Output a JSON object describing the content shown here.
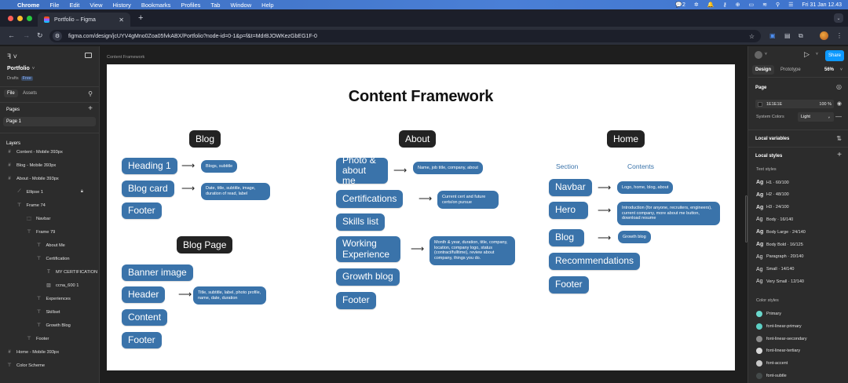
{
  "menubar": {
    "app": "Chrome",
    "items": [
      "File",
      "Edit",
      "View",
      "History",
      "Bookmarks",
      "Profiles",
      "Tab",
      "Window",
      "Help"
    ],
    "status": {
      "notifications": "2",
      "datetime": "Fri 31 Jan  12.43"
    }
  },
  "browser": {
    "tab_title": "Portfolio – Figma",
    "url": "figma.com/design/jcUYV4gMno0Zoa05fvkABX/Portfolio?node-id=0-1&p=f&t=MdrBJOWKezGbEG1F-0"
  },
  "left_panel": {
    "file_name": "Portfolio",
    "location": "Drafts",
    "plan_badge": "Free",
    "tabs": [
      "File",
      "Assets"
    ],
    "pages_label": "Pages",
    "pages": [
      "Page 1"
    ],
    "layers_label": "Layers",
    "layers": [
      {
        "name": "Content - Mobile 393px",
        "icon": "frame-icon",
        "depth": 0
      },
      {
        "name": "Blog - Mobile 393px",
        "icon": "frame-icon",
        "depth": 0
      },
      {
        "name": "About - Mobile 393px",
        "icon": "frame-icon",
        "depth": 0
      },
      {
        "name": "Ellipse 1",
        "icon": "ellipse-icon",
        "depth": 1,
        "locked": true
      },
      {
        "name": "Frame 74",
        "icon": "autolayout-icon",
        "depth": 1
      },
      {
        "name": "Navbar",
        "icon": "component-icon",
        "depth": 2
      },
      {
        "name": "Frame 79",
        "icon": "autolayout-icon",
        "depth": 2
      },
      {
        "name": "About Me",
        "icon": "autolayout-icon",
        "depth": 3
      },
      {
        "name": "Certification",
        "icon": "autolayout-icon",
        "depth": 3
      },
      {
        "name": "MY CERTIFICATION",
        "icon": "text-icon",
        "depth": 4
      },
      {
        "name": "ccna_600 1",
        "icon": "image-icon",
        "depth": 4
      },
      {
        "name": "Experiences",
        "icon": "autolayout-icon",
        "depth": 3
      },
      {
        "name": "Skillset",
        "icon": "autolayout-icon",
        "depth": 3
      },
      {
        "name": "Growth Blog",
        "icon": "autolayout-icon",
        "depth": 3
      },
      {
        "name": "Footer",
        "icon": "autolayout-icon",
        "depth": 2
      },
      {
        "name": "Home - Mobile 393px",
        "icon": "frame-icon",
        "depth": 0
      },
      {
        "name": "Color Scheme",
        "icon": "autolayout-icon",
        "depth": 0
      }
    ]
  },
  "canvas": {
    "frame_label": "Content Framework",
    "title": "Content Framework",
    "blog": {
      "header": "Blog",
      "rows": [
        {
          "section": "Heading 1",
          "contents": "Blogs, subtitle"
        },
        {
          "section": "Blog card",
          "contents": "Date, title, subtitle, image, duration of read, label"
        },
        {
          "section": "Footer"
        }
      ]
    },
    "blog_page": {
      "header": "Blog Page",
      "rows": [
        {
          "section": "Banner image"
        },
        {
          "section": "Header",
          "contents": "Title, subtitle, label, photo profile, name, date, duration"
        },
        {
          "section": "Content"
        },
        {
          "section": "Footer"
        }
      ]
    },
    "about": {
      "header": "About",
      "rows": [
        {
          "section": "Photo & about me",
          "contents": "Name, job title, company, about"
        },
        {
          "section": "Certifications",
          "contents": "Current cert and future certs/on pursue"
        },
        {
          "section": "Skills list"
        },
        {
          "section": "Working Experience",
          "contents": "Month & year, duration, title, company, location, company logo, status (contract/fulltime), review about company, things you do."
        },
        {
          "section": "Growth blog"
        },
        {
          "section": "Footer"
        }
      ]
    },
    "home": {
      "header": "Home",
      "col_section": "Section",
      "col_contents": "Contents",
      "rows": [
        {
          "section": "Navbar",
          "contents": "Logo, home, blog, about"
        },
        {
          "section": "Hero",
          "contents": "Introduction (for anyone, recruiters, engineers), current company, more about me button, download resume"
        },
        {
          "section": "Blog",
          "contents": "Growth blog"
        },
        {
          "section": "Recommendations"
        },
        {
          "section": "Footer"
        }
      ]
    },
    "arrow": "⟶"
  },
  "right_panel": {
    "share_label": "Share",
    "tabs": [
      "Design",
      "Prototype"
    ],
    "zoom": "56%",
    "page_label": "Page",
    "page_color": "1E1E1E",
    "page_opacity": "100",
    "page_opacity_unit": "%",
    "system_colors_label": "System Colors",
    "system_colors_value": "Light",
    "local_variables_label": "Local variables",
    "local_styles_label": "Local styles",
    "text_styles_label": "Text styles",
    "text_styles": [
      {
        "name": "H1 · 60/100",
        "weight": "bold"
      },
      {
        "name": "H2 · 48/100",
        "weight": "bold"
      },
      {
        "name": "H3 · 24/100",
        "weight": "bold"
      },
      {
        "name": "Body · 16/140",
        "weight": "normal"
      },
      {
        "name": "Body Large · 24/140",
        "weight": "bold"
      },
      {
        "name": "Body Bold · 16/125",
        "weight": "bold"
      },
      {
        "name": "Paragraph · 20/140",
        "weight": "normal"
      },
      {
        "name": "Small · 14/140",
        "weight": "normal"
      },
      {
        "name": "Very Small · 12/140",
        "weight": "normal"
      }
    ],
    "color_styles_label": "Color styles",
    "color_styles": [
      {
        "name": "Primary",
        "color": "#6ad8cc"
      },
      {
        "name": "font-linear-primary",
        "color": "#5ccfc4"
      },
      {
        "name": "font-linear-secondary",
        "color": "#8a8a8a"
      },
      {
        "name": "font-linear-tertiary",
        "color": "#d8d8d8"
      },
      {
        "name": "font-accent",
        "color": "#c8c8c8"
      },
      {
        "name": "font-subtle",
        "color": "#444a4a"
      }
    ]
  },
  "colors": {
    "pill_blue": "#3a73aa",
    "header_dark": "#232323",
    "figma_blue": "#0d99ff"
  }
}
